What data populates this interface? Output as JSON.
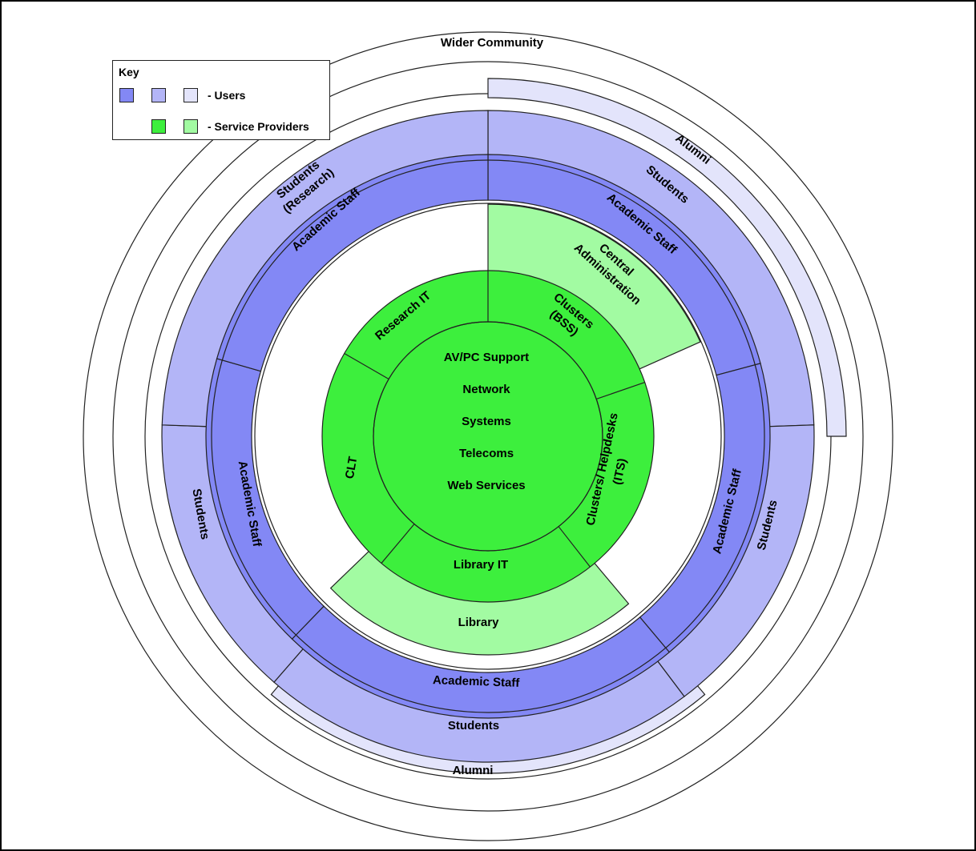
{
  "colors": {
    "user_dark": "#8388f5",
    "user_mid": "#b3b5f7",
    "user_light": "#e3e4fb",
    "provider_dark": "#3def3d",
    "provider_light": "#a2fba2",
    "outline": "#222222"
  },
  "diagram": {
    "wider_community": "Wider Community",
    "core_items": [
      "AV/PC Support",
      "Network",
      "Systems",
      "Telecoms",
      "Web Services"
    ],
    "providers": {
      "research_it": "Research IT",
      "clusters_bss_1": "Clusters",
      "clusters_bss_2": "(BSS)",
      "helpdesks_1": "Clusters/ Helpdesks",
      "helpdesks_2": "(ITS)",
      "library_it": "Library IT",
      "clt": "CLT",
      "central_admin_1": "Central",
      "central_admin_2": "Administration",
      "library": "Library"
    },
    "academic_staff": "Academic Staff",
    "students": "Students",
    "students_research_1": "Students",
    "students_research_2": "(Research)",
    "alumni": "Alumni"
  },
  "key": {
    "title": "Key",
    "users_label": "- Users",
    "providers_label": "- Service Providers"
  }
}
